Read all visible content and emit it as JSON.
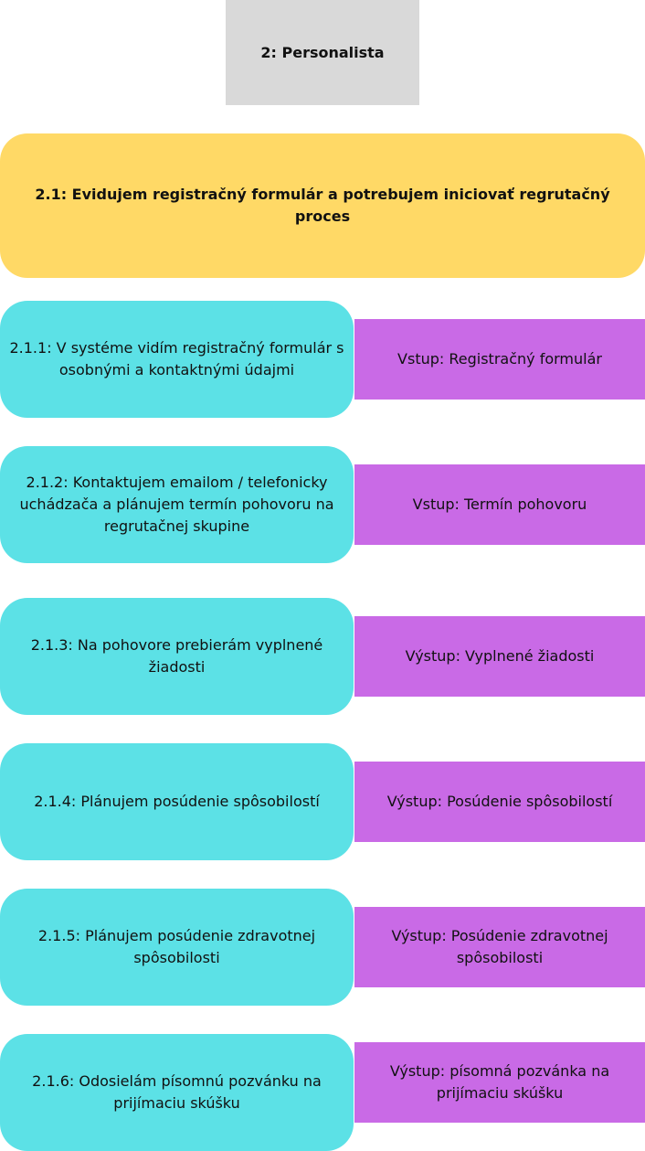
{
  "colors": {
    "role_box": "#d9d9d9",
    "main_box": "#ffd966",
    "step_box": "#5ce1e6",
    "io_box": "#c96ae6"
  },
  "role": {
    "label": "2: Personalista"
  },
  "main_task": {
    "label": "2.1: Evidujem registračný formulár a potrebujem iniciovať regrutačný proces"
  },
  "steps": [
    {
      "label": "2.1.1: V systéme vidím registračný formulár s osobnými a kontaktnými údajmi",
      "io": "Vstup: Registračný formulár"
    },
    {
      "label": "2.1.2: Kontaktujem emailom / telefonicky uchádzača a plánujem termín pohovoru na regrutačnej skupine",
      "io": "Vstup: Termín pohovoru"
    },
    {
      "label": "2.1.3: Na pohovore prebierám vyplnené žiadosti",
      "io": "Výstup: Vyplnené žiadosti"
    },
    {
      "label": "2.1.4: Plánujem posúdenie spôsobilostí",
      "io": "Výstup: Posúdenie spôsobilostí"
    },
    {
      "label": "2.1.5: Plánujem posúdenie zdravotnej spôsobilosti",
      "io": "Výstup: Posúdenie zdravotnej spôsobilosti"
    },
    {
      "label": "2.1.6: Odosielám písomnú pozvánku na prijímaciu skúšku",
      "io": "Výstup: písomná pozvánka na prijímaciu skúšku"
    }
  ]
}
